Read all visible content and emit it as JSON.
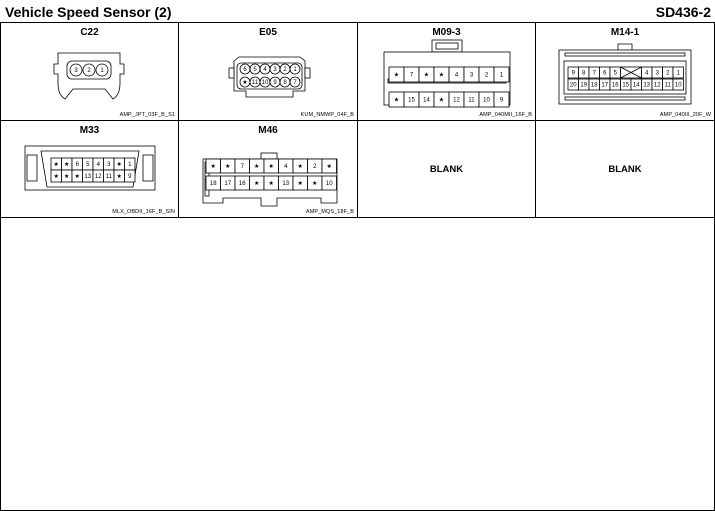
{
  "header": {
    "title": "Vehicle Speed Sensor (2)",
    "code": "SD436-2"
  },
  "connectors": [
    {
      "name": "C22",
      "part": "AMP_JPT_03F_B_S1",
      "rows": [
        [
          "3",
          "2",
          "1"
        ]
      ]
    },
    {
      "name": "E05",
      "part": "KUM_NMWP_04F_B",
      "rows": [
        [
          "6",
          "5",
          "4",
          "3",
          "2",
          "1"
        ],
        [
          "★",
          "11",
          "10",
          "9",
          "8",
          "7"
        ]
      ]
    },
    {
      "name": "M09-3",
      "part": "AMP_040MII_16F_B",
      "rows": [
        [
          "★",
          "7",
          "★",
          "★",
          "4",
          "3",
          "2",
          "1"
        ],
        [
          "★",
          "15",
          "14",
          "★",
          "12",
          "11",
          "10",
          "9"
        ]
      ]
    },
    {
      "name": "M14-1",
      "part": "AMP_040III_20F_W",
      "rows": [
        [
          "9",
          "8",
          "7",
          "6",
          "5",
          "",
          "4",
          "3",
          "2",
          "1"
        ],
        [
          "20",
          "19",
          "18",
          "17",
          "16",
          "15",
          "14",
          "13",
          "12",
          "11",
          "10"
        ]
      ]
    },
    {
      "name": "M33",
      "part": "MLX_OBDII_16F_B_SIN",
      "rows": [
        [
          "★",
          "★",
          "6",
          "5",
          "4",
          "3",
          "★",
          "1"
        ],
        [
          "★",
          "★",
          "★",
          "13",
          "12",
          "11",
          "★",
          "9"
        ]
      ]
    },
    {
      "name": "M46",
      "part": "AMP_MQS_18F_B",
      "rows": [
        [
          "★",
          "★",
          "7",
          "★",
          "★",
          "4",
          "★",
          "2",
          "★"
        ],
        [
          "18",
          "17",
          "16",
          "★",
          "★",
          "13",
          "★",
          "★",
          "10"
        ]
      ]
    },
    {
      "name": "",
      "blank": "BLANK",
      "part": ""
    },
    {
      "name": "",
      "blank": "BLANK",
      "part": ""
    }
  ]
}
